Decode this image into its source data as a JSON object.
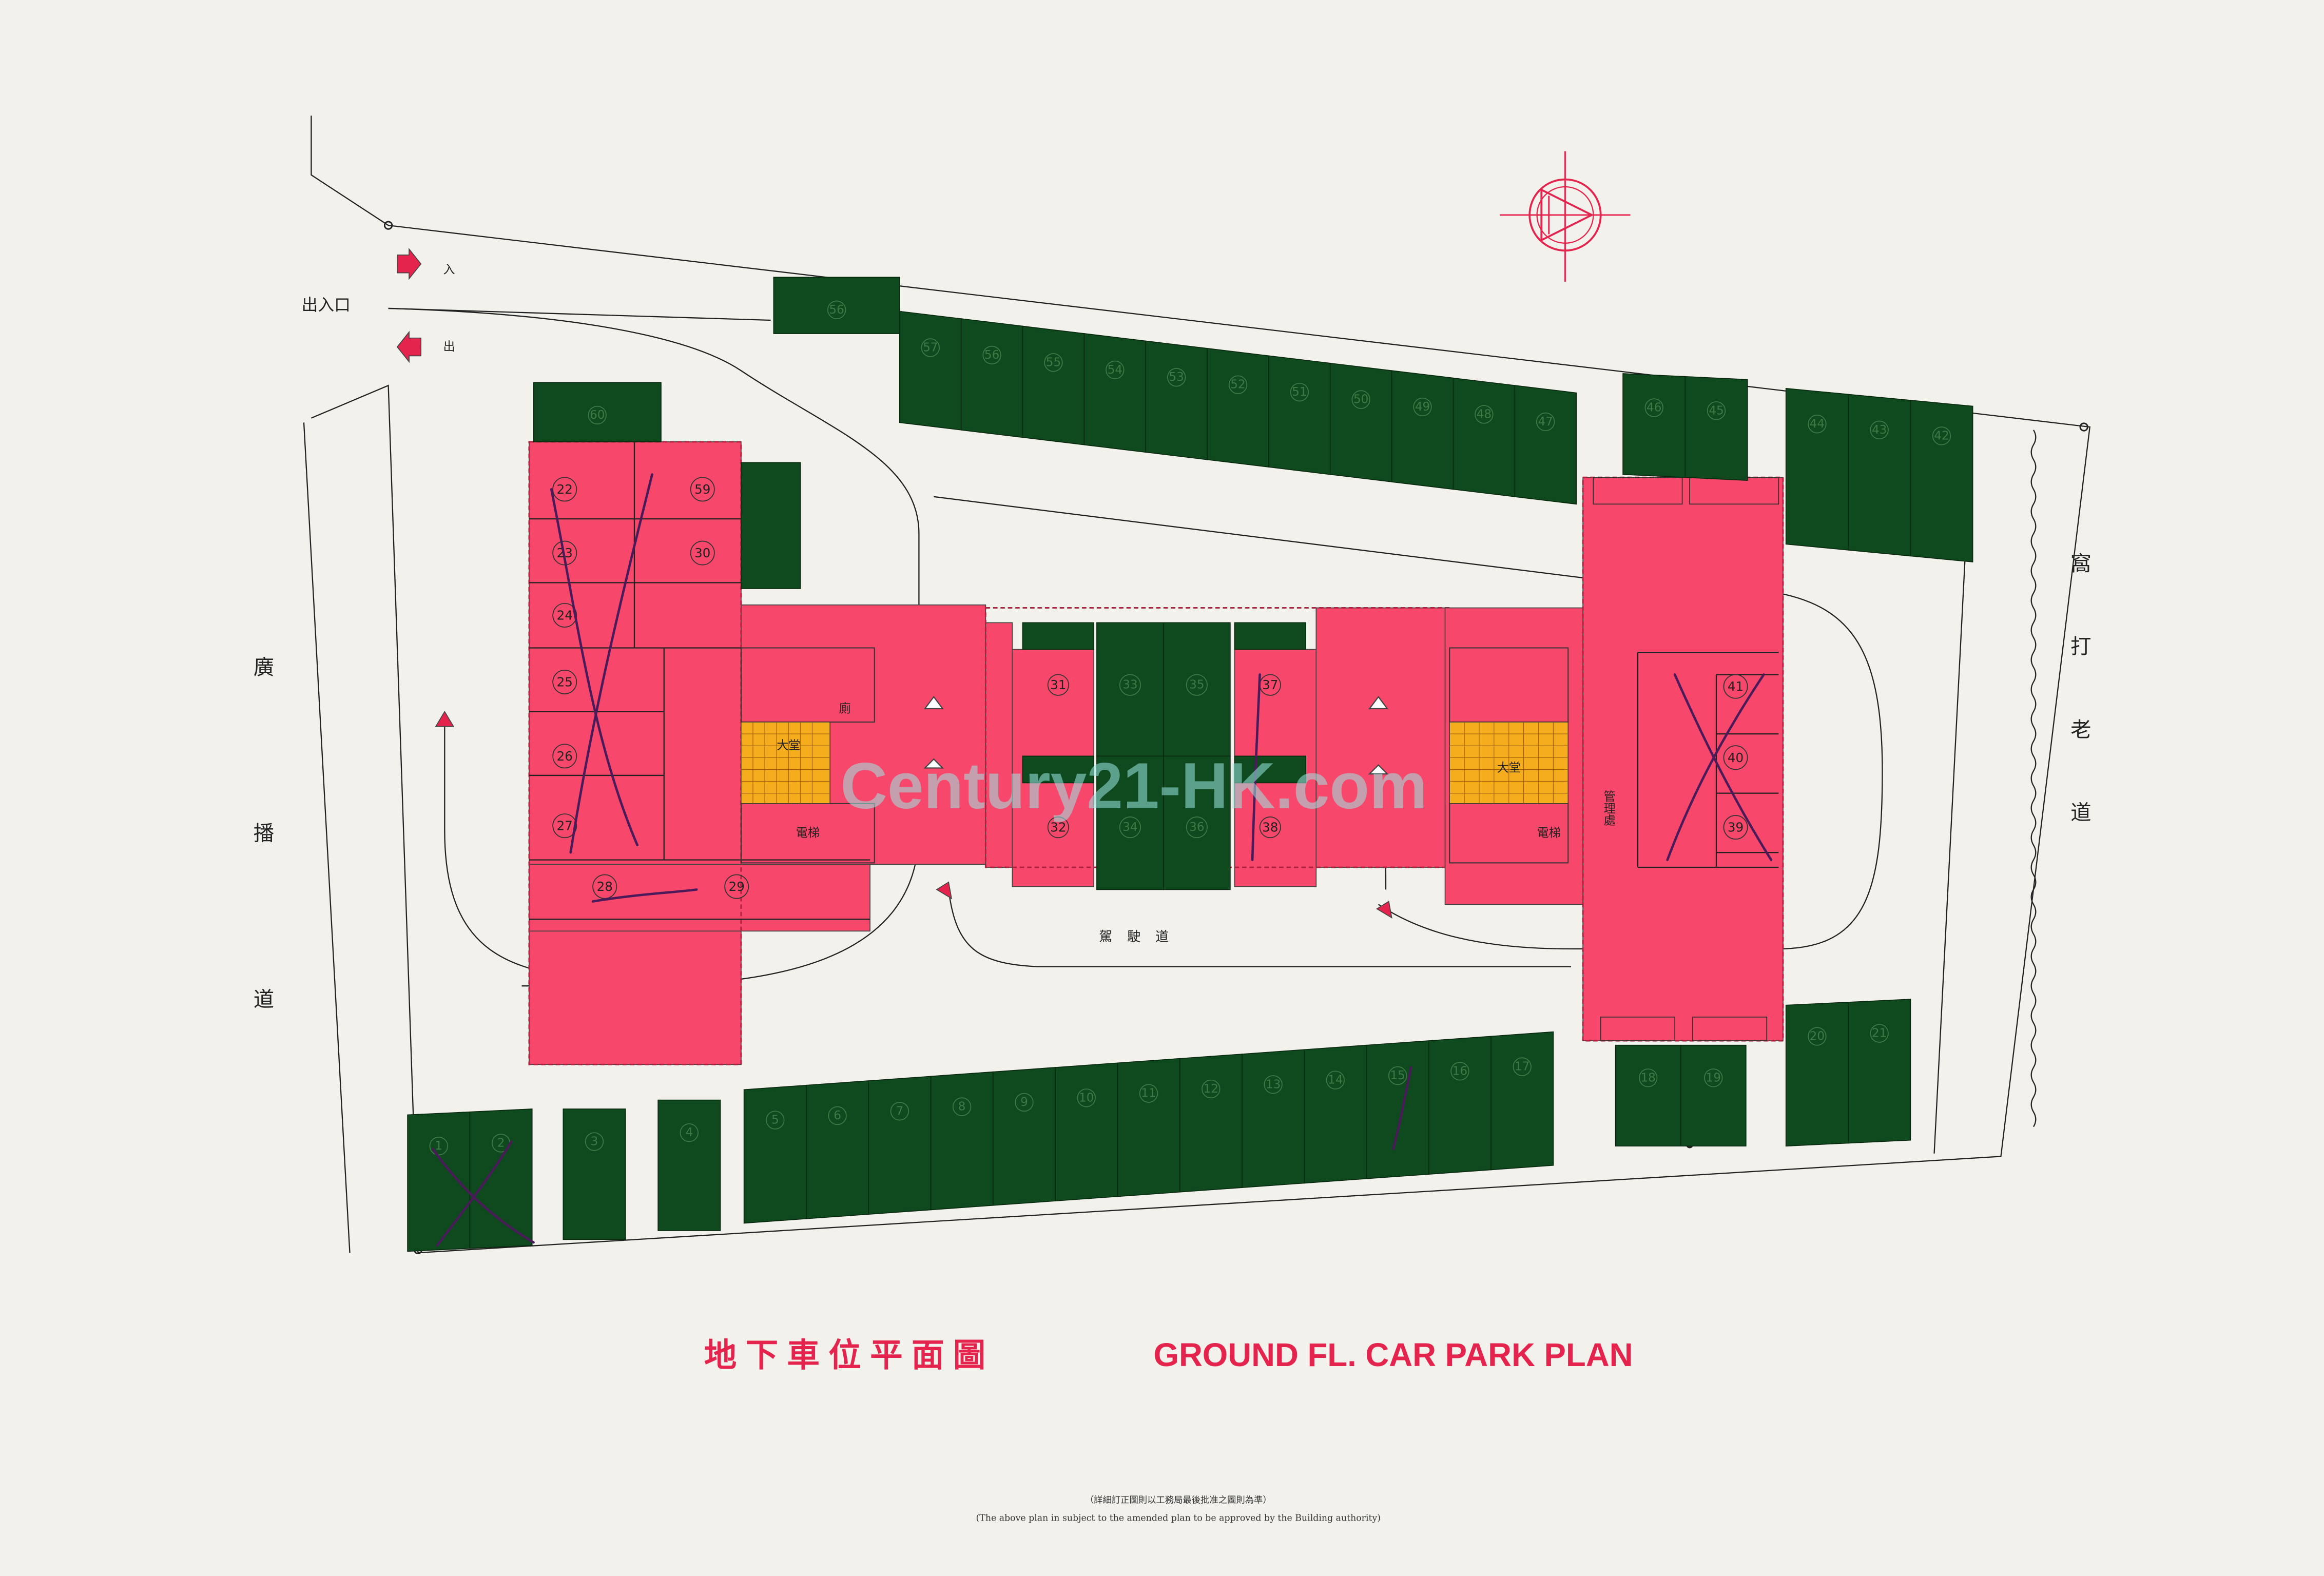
{
  "title": {
    "zh": "地下車位平面圖",
    "en": "GROUND FL. CAR PARK PLAN"
  },
  "roads": {
    "left": "廣播道",
    "right": "窩打老道",
    "driveway": "駕駛道",
    "entrance": "出入口",
    "in": "入",
    "out": "出"
  },
  "rooms": {
    "lobby": "大堂",
    "lift": "電梯",
    "toilet": "廁",
    "management": "管理處"
  },
  "notes": {
    "zh": "（詳細訂正圖則以工務局最後批准之圖則為準）",
    "en": "(The above plan in subject to the amended plan to be approved by the Building authority)"
  },
  "watermark": "Century21-HK.com",
  "colors": {
    "building": "#f7476a",
    "parking": "#0f4a1f",
    "lobby": "#f5ad1e",
    "title": "#e5244d"
  },
  "spaces": {
    "top_row": [
      "56",
      "57",
      "56",
      "55",
      "54",
      "53",
      "52",
      "51",
      "50",
      "49",
      "48",
      "47"
    ],
    "top_right": [
      "46",
      "45",
      "44",
      "43",
      "42"
    ],
    "bottom_row": [
      "5",
      "6",
      "7",
      "8",
      "9",
      "10",
      "11",
      "12",
      "13",
      "14",
      "15",
      "16",
      "17"
    ],
    "bottom_left": [
      "1",
      "2",
      "3",
      "4"
    ],
    "bottom_right": [
      "18",
      "19",
      "20",
      "21"
    ],
    "left_block_left": [
      "22",
      "23",
      "24",
      "25",
      "26",
      "27"
    ],
    "left_block_right": [
      "59",
      "30"
    ],
    "left_block_bottom": [
      "28",
      "29"
    ],
    "left_top": "60",
    "centre": [
      "31",
      "32",
      "33",
      "34",
      "35",
      "36",
      "37",
      "38"
    ],
    "right_block": [
      "41",
      "40",
      "39"
    ]
  }
}
